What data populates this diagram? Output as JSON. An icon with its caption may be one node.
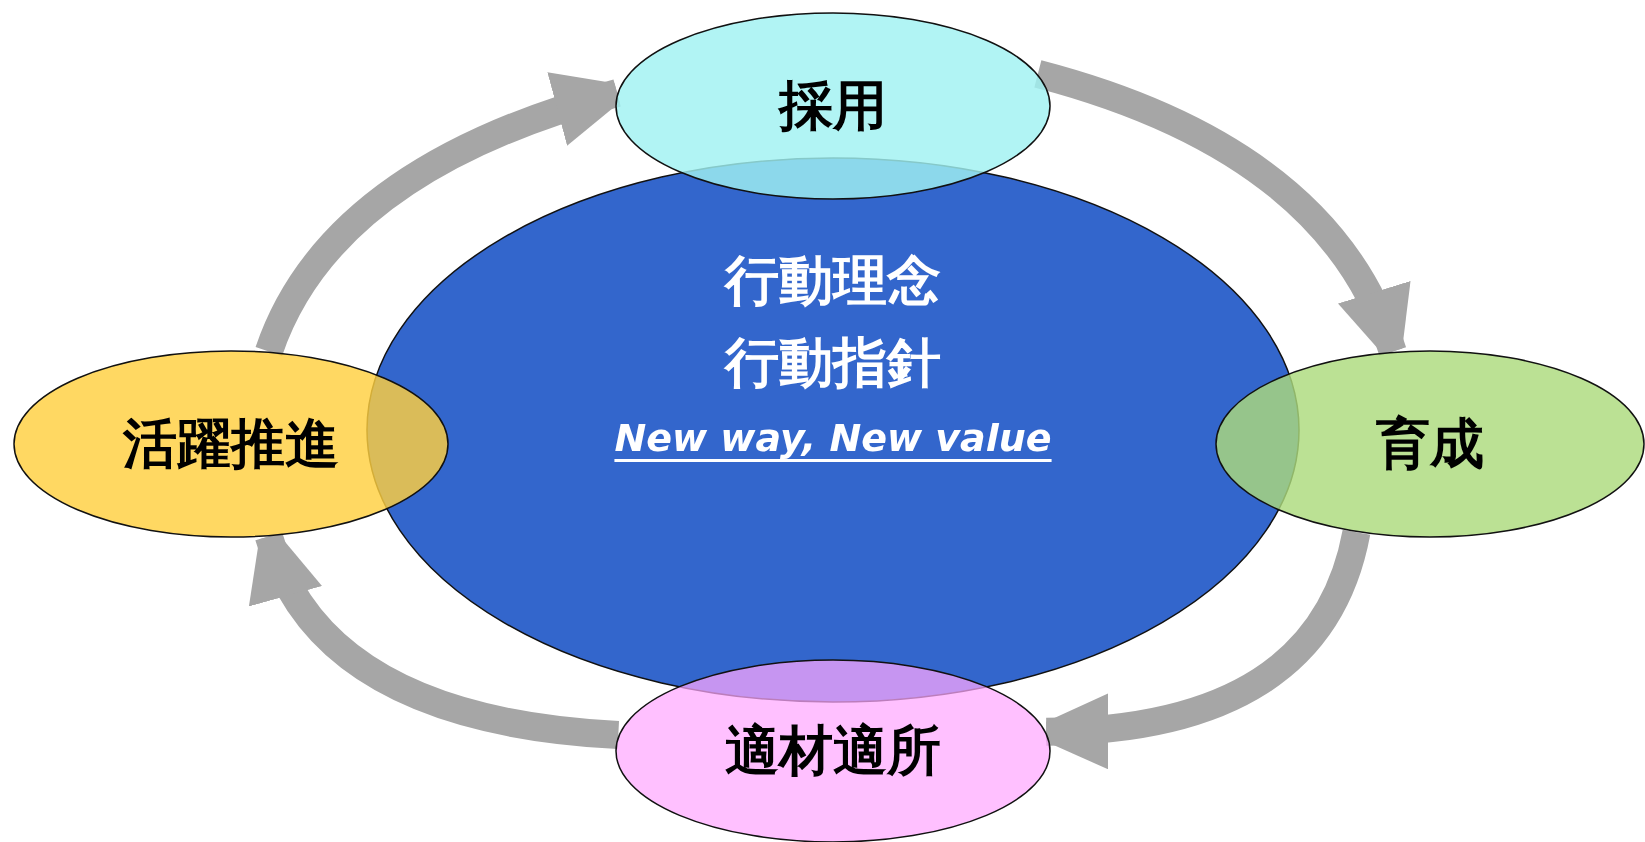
{
  "diagram": {
    "nodes": [
      {
        "text": [
          "採用"
        ]
      },
      {
        "text": [
          "行動理念",
          "行動指針",
          "New way, New value"
        ]
      },
      {
        "text": [
          "活躍推進"
        ]
      },
      {
        "text": [
          "育成"
        ]
      },
      {
        "text": [
          "適材適所"
        ]
      }
    ],
    "edges": [
      {
        "from": 0,
        "to": 3,
        "arrow": "to"
      },
      {
        "from": 3,
        "to": 4,
        "arrow": "to"
      },
      {
        "from": 4,
        "to": 2,
        "arrow": "to"
      },
      {
        "from": 2,
        "to": 0,
        "arrow": "to"
      }
    ]
  }
}
